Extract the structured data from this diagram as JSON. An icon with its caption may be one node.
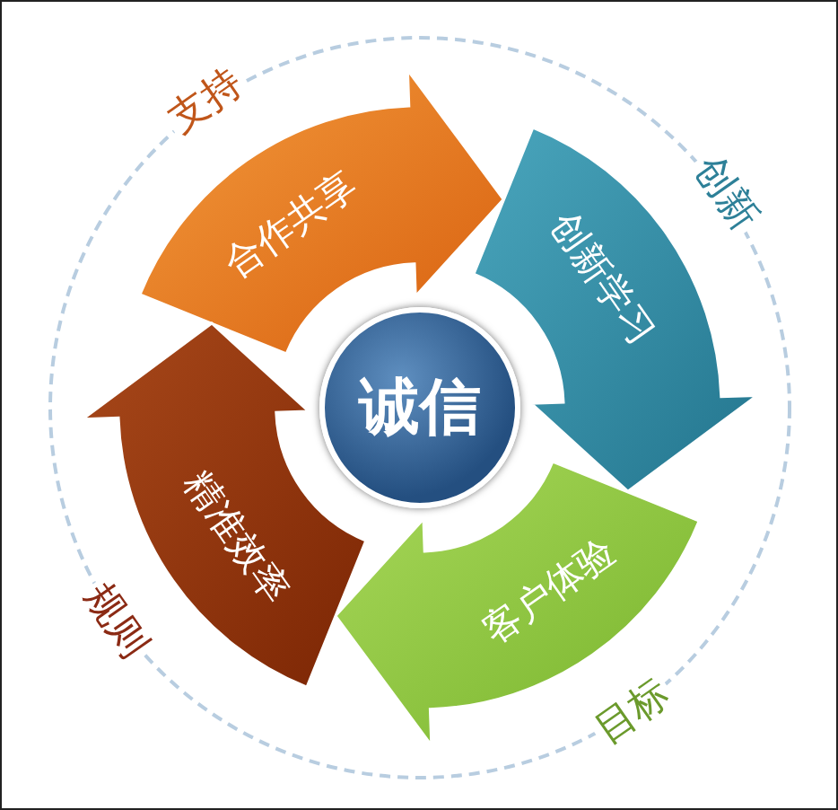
{
  "diagram": {
    "nodes": [
      {
        "text": [
          "诚信"
        ]
      },
      {
        "text": [
          "合作共享"
        ],
        "beside": [
          "支持"
        ]
      },
      {
        "text": [
          "创新学习"
        ],
        "beside": [
          "创新"
        ]
      },
      {
        "text": [
          "客户体验"
        ],
        "beside": [
          "目标"
        ]
      },
      {
        "text": [
          "精准效率"
        ],
        "beside": [
          "规则"
        ]
      }
    ]
  }
}
